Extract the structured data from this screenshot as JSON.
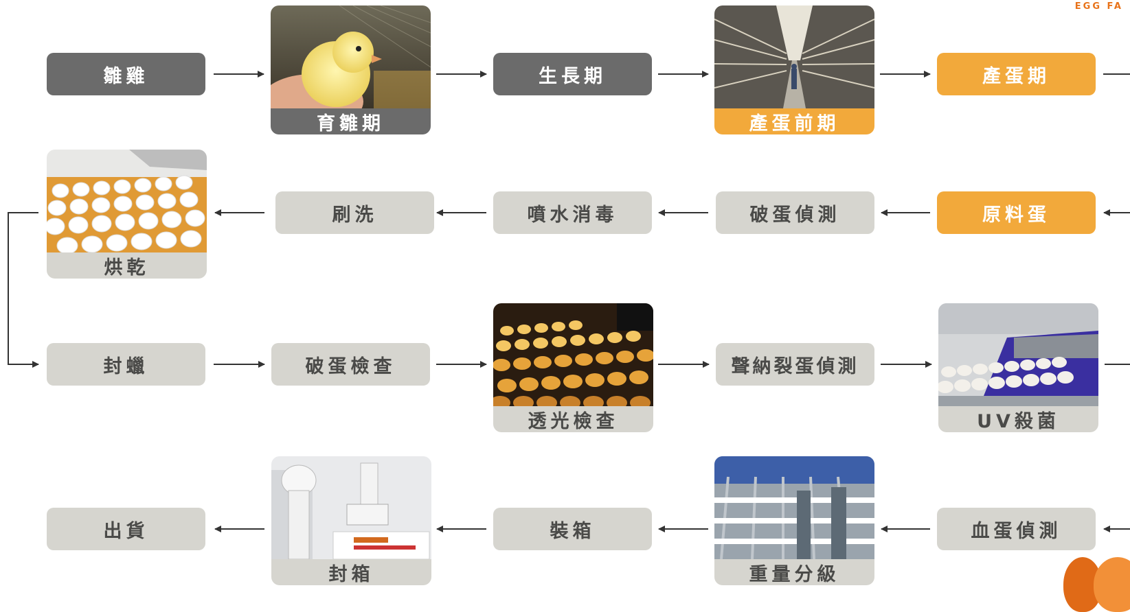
{
  "brand": "EGG FA",
  "row1": {
    "chick": "雛雞",
    "brooding": "育雛期",
    "growth": "生長期",
    "pre_laying": "產蛋前期",
    "laying": "產蛋期"
  },
  "row2": {
    "raw_egg": "原料蛋",
    "crack_detect": "破蛋偵測",
    "spray_disinfect": "噴水消毒",
    "brush_wash": "刷洗",
    "dry": "烘乾"
  },
  "row3": {
    "wax_seal": "封蠟",
    "crack_check": "破蛋檢查",
    "candling": "透光檢查",
    "sonar_detect": "聲納裂蛋偵測",
    "uv": "UV殺菌"
  },
  "row4": {
    "blood_detect": "血蛋偵測",
    "weight_grade": "重量分級",
    "boxing": "裝箱",
    "box_seal": "封箱",
    "ship": "出貨"
  },
  "colors": {
    "gray": "#d6d5cf",
    "dark": "#6b6b6b",
    "orange": "#f2a93b",
    "arrow": "#333333"
  }
}
